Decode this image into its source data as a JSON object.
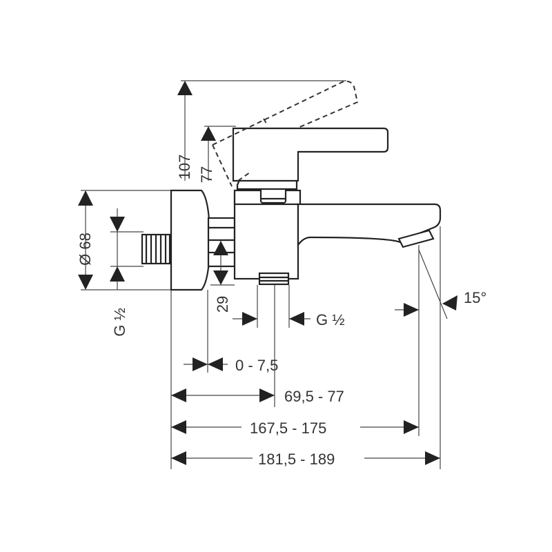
{
  "labels": {
    "height_107": "107",
    "height_77": "77",
    "diameter_68": "Ø 68",
    "thread_left": "G ½",
    "offset_29": "29",
    "thread_bottom": "G ½",
    "angle_15": "15°",
    "range_0_7_5": "0 - 7,5",
    "range_69_5_77": "69,5 - 77",
    "range_167_5_175": "167,5 - 175",
    "range_181_5_189": "181,5 - 189"
  }
}
